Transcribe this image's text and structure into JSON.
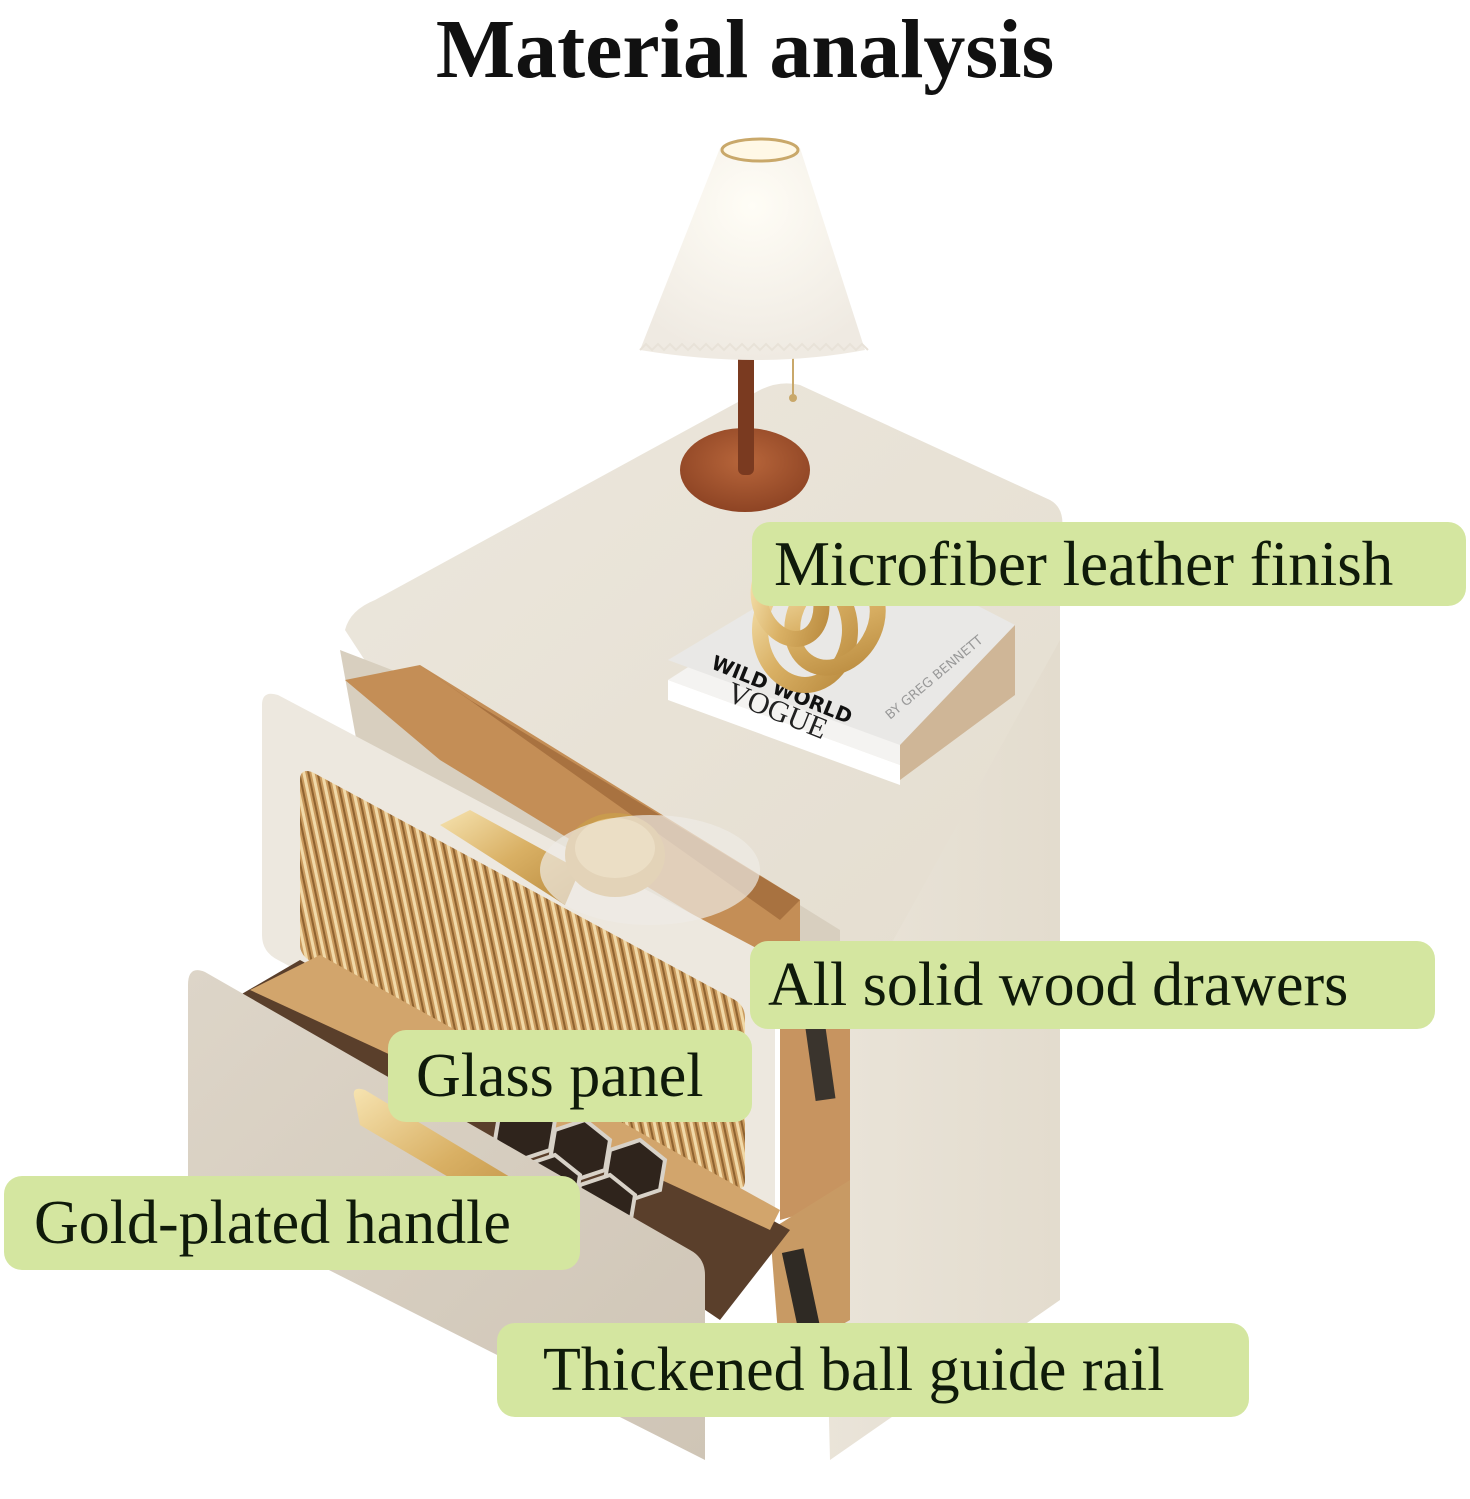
{
  "title": "Material analysis",
  "callouts": [
    {
      "id": "microfiber",
      "label": "Microfiber leather finish"
    },
    {
      "id": "wood",
      "label": "All solid wood drawers"
    },
    {
      "id": "glass",
      "label": "Glass panel"
    },
    {
      "id": "handle",
      "label": "Gold-plated handle"
    },
    {
      "id": "rail",
      "label": "Thickened ball guide rail"
    }
  ],
  "book": {
    "spine_title_top": "WILD WORLD",
    "spine_title_bottom": "VOGUE",
    "author": "BY GREG BENNETT"
  },
  "colors": {
    "callout_bg": "#d4e6a0",
    "callout_text": "#0f1a0a",
    "cabinet": "#ece6da",
    "wood": "#c89a64",
    "gold": "#d9b064",
    "lamp_wood": "#a5532e"
  }
}
